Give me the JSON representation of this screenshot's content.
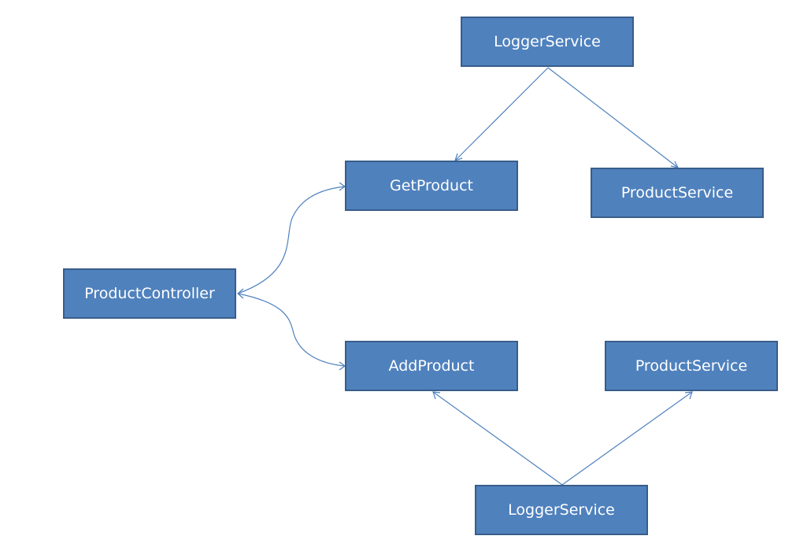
{
  "diagram": {
    "nodes": [
      {
        "id": "logger-top",
        "label": "LoggerService"
      },
      {
        "id": "getproduct",
        "label": "GetProduct"
      },
      {
        "id": "ps-top",
        "label": "ProductService"
      },
      {
        "id": "controller",
        "label": "ProductController"
      },
      {
        "id": "addproduct",
        "label": "AddProduct"
      },
      {
        "id": "ps-bottom",
        "label": "ProductService"
      },
      {
        "id": "logger-bottom",
        "label": "LoggerService"
      }
    ],
    "edges": [
      {
        "from": "logger-top",
        "to": "getproduct",
        "style": "straight"
      },
      {
        "from": "logger-top",
        "to": "ps-top",
        "style": "straight"
      },
      {
        "from": "controller",
        "to": "getproduct",
        "style": "curved"
      },
      {
        "from": "controller",
        "to": "addproduct",
        "style": "curved"
      },
      {
        "from": "logger-bottom",
        "to": "addproduct",
        "style": "straight"
      },
      {
        "from": "logger-bottom",
        "to": "ps-bottom",
        "style": "straight"
      }
    ],
    "colors": {
      "node_fill": "#4f81bd",
      "node_border": "#385d8a",
      "node_text": "#ffffff",
      "connector": "#4f81bd"
    }
  }
}
